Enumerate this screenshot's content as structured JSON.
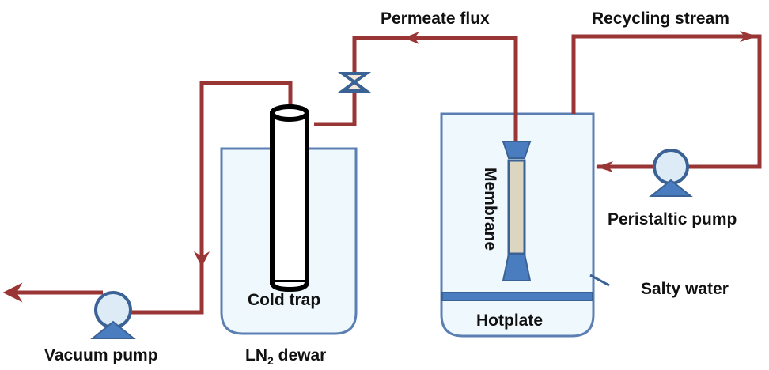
{
  "diagram": {
    "title": "Vacuum membrane distillation setup",
    "colors": {
      "pipe": "#9a3535",
      "vessel_stroke": "#5b7fb3",
      "vessel_fill": "#eef8fd",
      "device_fill": "#4a7cc0",
      "device_stroke": "#3b6294",
      "pump_circle_fill": "#dcebf5",
      "membrane_fill": "#dcd6c0",
      "cold_trap_stroke": "#000000"
    },
    "labels": {
      "permeate_flux": "Permeate flux",
      "recycling_stream": "Recycling stream",
      "membrane": "Membrane",
      "peristaltic_pump": "Peristaltic pump",
      "salty_water": "Salty water",
      "hotplate": "Hotplate",
      "cold_trap": "Cold trap",
      "vacuum_pump": "Vacuum pump",
      "ln2_dewar_prefix": "LN",
      "ln2_dewar_subscript": "2",
      "ln2_dewar_suffix": " dewar"
    },
    "components": [
      {
        "id": "vacuum-pump",
        "type": "pump"
      },
      {
        "id": "cold-trap",
        "type": "tube"
      },
      {
        "id": "ln2-dewar",
        "type": "vessel"
      },
      {
        "id": "valve",
        "type": "valve"
      },
      {
        "id": "membrane-module",
        "type": "membrane"
      },
      {
        "id": "feed-tank",
        "type": "vessel",
        "contains": "Salty water"
      },
      {
        "id": "hotplate",
        "type": "heater"
      },
      {
        "id": "peristaltic-pump",
        "type": "pump"
      }
    ]
  }
}
